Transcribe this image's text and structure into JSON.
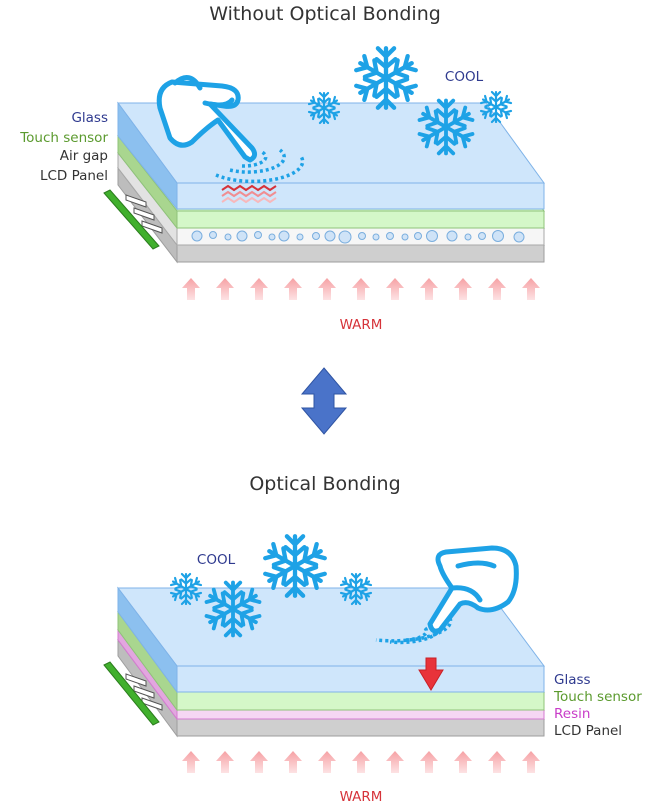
{
  "colors": {
    "glass_fill": "#cfe6fb",
    "glass_edge": "#7fb3e8",
    "touch_fill": "#d4f7c8",
    "touch_edge": "#9ecf86",
    "resin_fill": "#f3c9ef",
    "lcd_fill": "#cfcfcf",
    "snow": "#1ea2e6",
    "warm_arrow": "#f7a3a6",
    "double_arrow": "#4a73c9",
    "push_arrow": "#e8333a"
  },
  "top": {
    "title": "Without Optical Bonding",
    "layer_labels": {
      "glass": "Glass",
      "touch": "Touch sensor",
      "airgap": "Air gap",
      "lcd": "LCD Panel"
    },
    "label_colors": {
      "glass": "#2f3a8f",
      "touch": "#5b9a2e",
      "airgap": "#333333",
      "lcd": "#333333"
    },
    "cool": "COOL",
    "warm": "WARM"
  },
  "bottom": {
    "title": "Optical Bonding",
    "layer_labels": {
      "glass": "Glass",
      "touch": "Touch sensor",
      "resin": "Resin",
      "lcd": "LCD Panel"
    },
    "label_colors": {
      "glass": "#2f3a8f",
      "touch": "#5b9a2e",
      "resin": "#c83cc8",
      "lcd": "#333333"
    },
    "cool": "COOL",
    "warm": "WARM"
  }
}
